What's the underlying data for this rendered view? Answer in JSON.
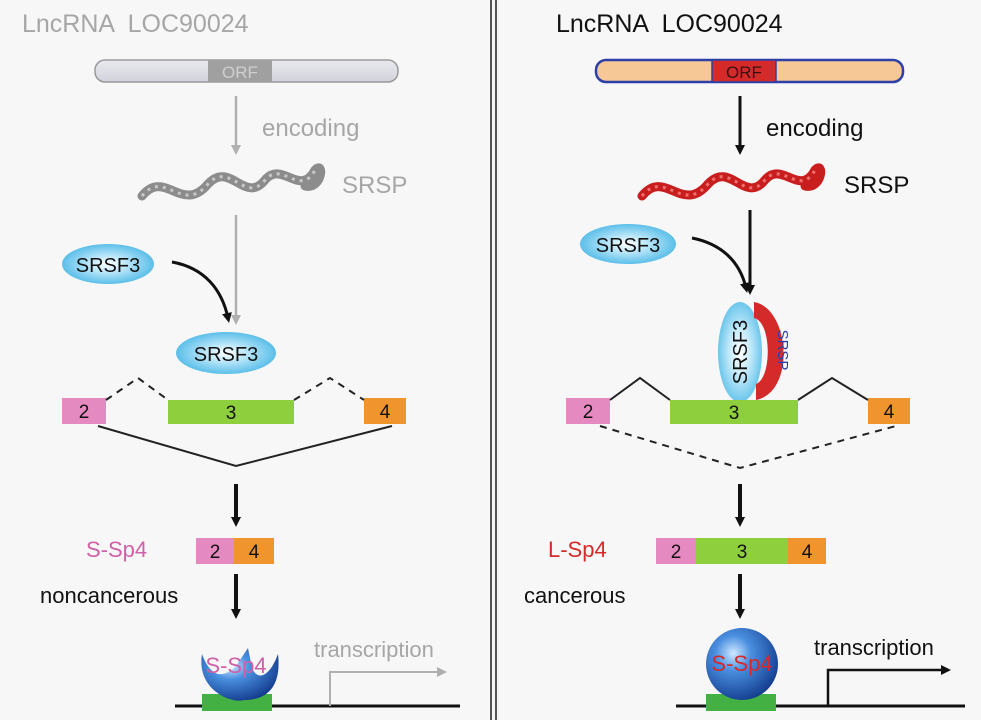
{
  "colors": {
    "background": "#f7f7f7",
    "gray_text": "#a6a6a6",
    "black_text": "#111111",
    "orf_red": "#d42a2a",
    "orf_gray": "#a0a0a0",
    "bar_blue_outline": "#2d3fa8",
    "bar_peach": "#f6c896",
    "exon2_pink": "#e58ac0",
    "exon3_green": "#8ecf3d",
    "exon4_orange": "#f0952d",
    "sp4_pink_label": "#d060a8",
    "lsp4_red_label": "#d42a2a",
    "srsf3_blue": "#5ac3ec",
    "srsp_red": "#d42a2a",
    "protein_gray": "#8c8c8c",
    "promoter_green": "#43b043"
  },
  "left_panel": {
    "gene_title": "LncRNA  LOC90024",
    "orf_label": "ORF",
    "encoding_label": "encoding",
    "srsp_label": "SRSP",
    "srsf3_free_label": "SRSF3",
    "srsf3_bound_label": "SRSF3",
    "exon2": "2",
    "exon3": "3",
    "exon4": "4",
    "isoform_label": "S-Sp4",
    "product_exon2": "2",
    "product_exon4": "4",
    "phenotype_label": "noncancerous",
    "factor_label": "S-Sp4",
    "transcription_label": "transcription"
  },
  "right_panel": {
    "gene_title": "LncRNA  LOC90024",
    "orf_label": "ORF",
    "encoding_label": "encoding",
    "srsp_label": "SRSP",
    "srsf3_free_label": "SRSF3",
    "complex_srsf3_label": "SRSF3",
    "complex_srsp_label": "SRSP",
    "exon2": "2",
    "exon3": "3",
    "exon4": "4",
    "isoform_label": "L-Sp4",
    "product_exon2": "2",
    "product_exon3": "3",
    "product_exon4": "4",
    "phenotype_label": "cancerous",
    "factor_label": "S-Sp4",
    "transcription_label": "transcription"
  }
}
